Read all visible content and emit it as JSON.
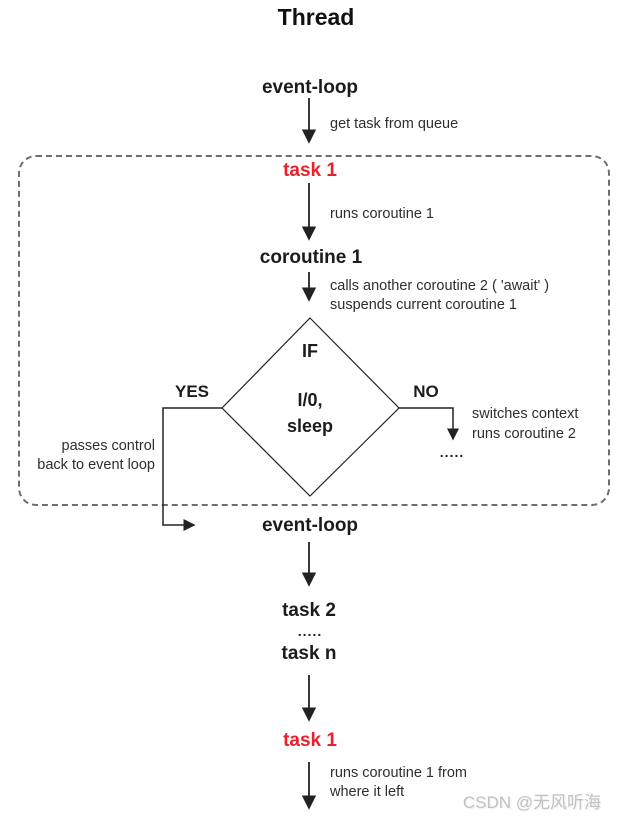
{
  "title": "Thread",
  "colors": {
    "red": "#e8222a",
    "line": "#222222",
    "border": "#6e6e6e",
    "watermark": "#c2c2c2"
  },
  "nodes": {
    "event_loop_top": "event-loop",
    "task1_top": "task 1",
    "coroutine1": "coroutine 1",
    "if_label": "IF",
    "io_line1": "I/0,",
    "io_line2": "sleep",
    "yes": "YES",
    "no": "NO",
    "event_loop_bottom": "event-loop",
    "task2": "task 2",
    "dots_mid": ".....",
    "taskn": "task n",
    "task1_bottom": "task 1",
    "dots_no_branch": "....."
  },
  "edge_labels": {
    "get_task": "get task from queue",
    "runs_coroutine1": "runs coroutine 1",
    "calls_line1": "calls another coroutine 2 ( 'await' )",
    "calls_line2": "suspends current coroutine 1",
    "passes_line1": "passes control",
    "passes_line2": "back to event loop",
    "switches_line1": "switches context",
    "switches_line2": "runs coroutine 2",
    "runs_from_line1": "runs coroutine 1 from",
    "runs_from_line2": "where it left"
  },
  "watermark": "CSDN @无风听海"
}
